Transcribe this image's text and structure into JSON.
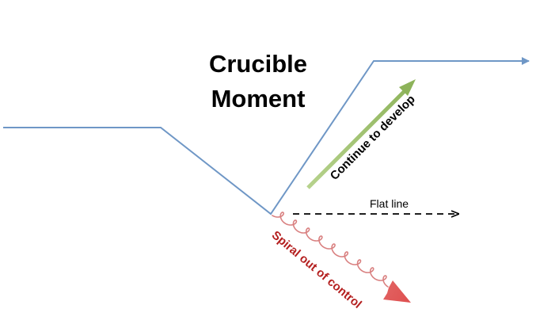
{
  "title": {
    "line1": "Crucible",
    "line2": "Moment"
  },
  "labels": {
    "continue": "Continue to develop",
    "flat": "Flat line",
    "spiral": "Spiral out of control"
  },
  "colors": {
    "main_path": "#6f97c6",
    "continue_arrow": "#9bc066",
    "flat_arrow": "#000000",
    "spiral_arrow": "#d95b5b",
    "spiral_text": "#b41f1f"
  }
}
